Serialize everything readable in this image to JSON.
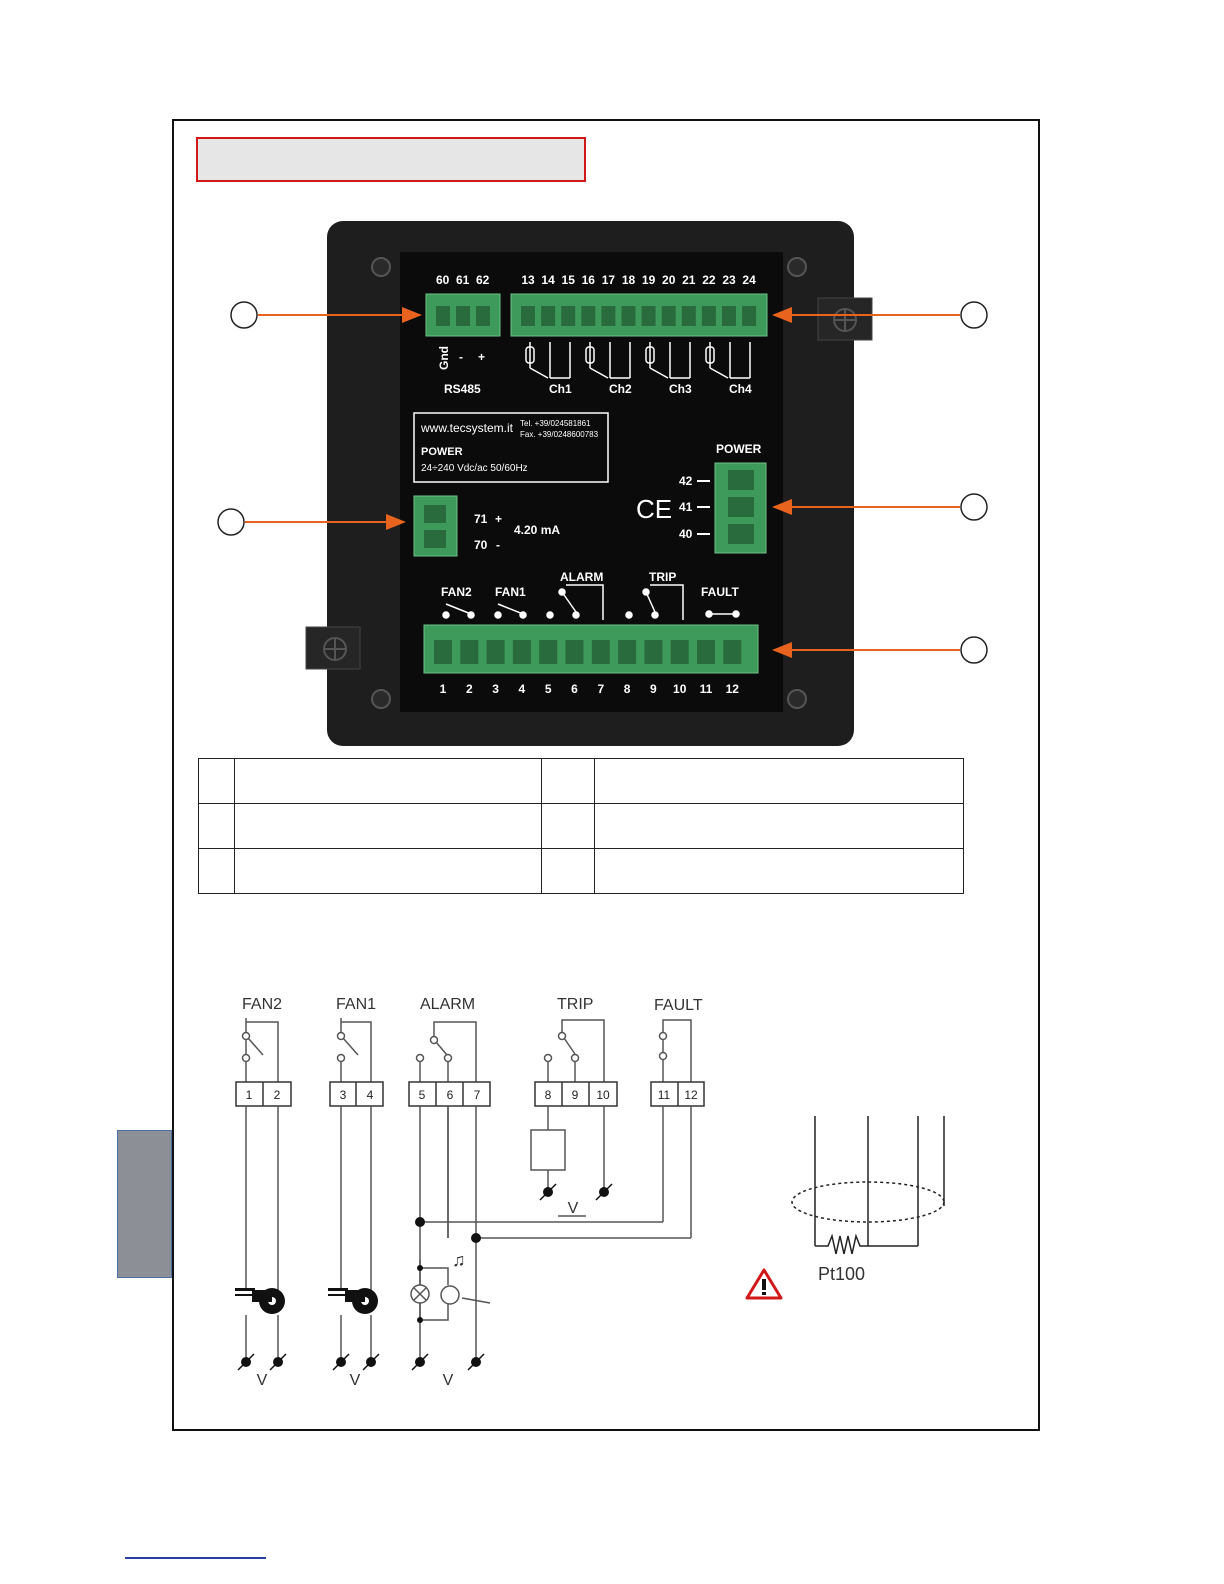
{
  "device": {
    "top_connector_left_numbers": [
      "60",
      "61",
      "62"
    ],
    "top_connector_right_numbers": [
      "13",
      "14",
      "15",
      "16",
      "17",
      "18",
      "19",
      "20",
      "21",
      "22",
      "23",
      "24"
    ],
    "rs485_pins": [
      "Gnd",
      "-",
      "+"
    ],
    "rs485_label": "RS485",
    "channel_labels": [
      "Ch1",
      "Ch2",
      "Ch3",
      "Ch4"
    ],
    "info_box": {
      "website": "www.tecsystem.it",
      "tel": "Tel. +39/024581861",
      "fax": "Fax. +39/0248600783",
      "power_title": "POWER",
      "power_spec": "24÷240 Vdc/ac 50/60Hz"
    },
    "power_label": "POWER",
    "power_pins": [
      "42",
      "41",
      "40"
    ],
    "analog_pins": [
      {
        "num": "71",
        "sign": "+"
      },
      {
        "num": "70",
        "sign": "-"
      }
    ],
    "analog_label": "4.20 mA",
    "relay_labels": [
      "FAN2",
      "FAN1",
      "ALARM",
      "TRIP",
      "FAULT"
    ],
    "bottom_numbers": [
      "1",
      "2",
      "3",
      "4",
      "5",
      "6",
      "7",
      "8",
      "9",
      "10",
      "11",
      "12"
    ]
  },
  "wiring": {
    "relay_labels": [
      "FAN2",
      "FAN1",
      "ALARM",
      "TRIP",
      "FAULT"
    ],
    "terminals": [
      [
        "1",
        "2"
      ],
      [
        "3",
        "4"
      ],
      [
        "5",
        "6",
        "7"
      ],
      [
        "8",
        "9",
        "10"
      ],
      [
        "11",
        "12"
      ]
    ],
    "voltage_label": "V",
    "sensor_label": "Pt100"
  },
  "colors": {
    "arrow": "#e8641e",
    "title_border": "#d01818",
    "connector": "#3d9a5a",
    "device": "#1e1e1e"
  }
}
